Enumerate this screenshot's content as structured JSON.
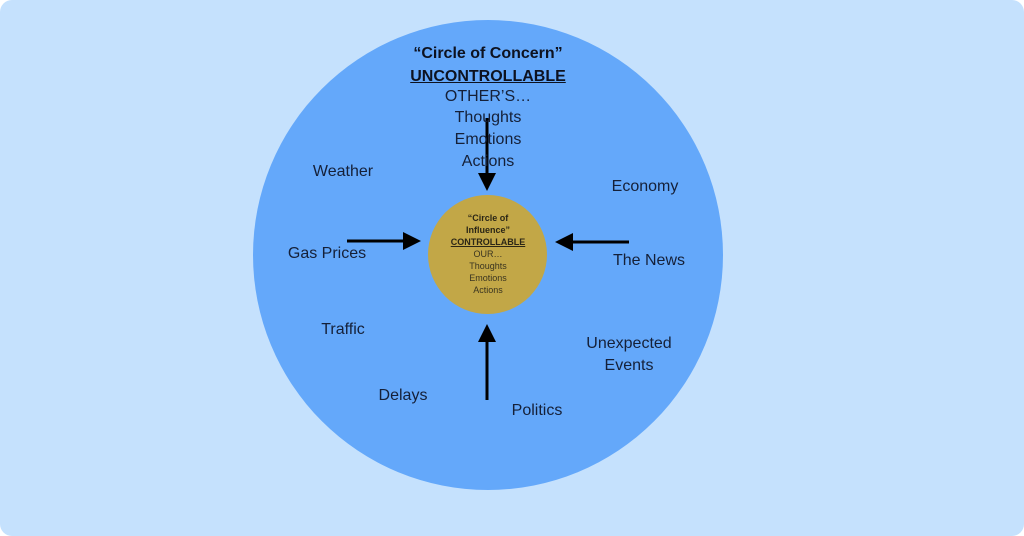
{
  "outer": {
    "title": "“Circle of Concern”",
    "subtitle": "UNCONTROLLABLE",
    "lead": "OTHER’S…",
    "items": [
      "Thoughts",
      "Emotions",
      "Actions"
    ]
  },
  "inner": {
    "title_line1": "“Circle of",
    "title_line2": "Influence”",
    "subtitle": "CONTROLLABLE",
    "lead": "OUR…",
    "items": [
      "Thoughts",
      "Emotions",
      "Actions"
    ]
  },
  "factors": {
    "weather": "Weather",
    "gas_prices": "Gas Prices",
    "traffic": "Traffic",
    "delays": "Delays",
    "politics": "Politics",
    "unexpected_line1": "Unexpected",
    "unexpected_line2": "Events",
    "the_news": "The News",
    "economy": "Economy"
  },
  "colors": {
    "background": "#c5e1fd",
    "outer_circle": "#64a8fa",
    "inner_circle": "#c2a747",
    "arrow": "#000000"
  }
}
